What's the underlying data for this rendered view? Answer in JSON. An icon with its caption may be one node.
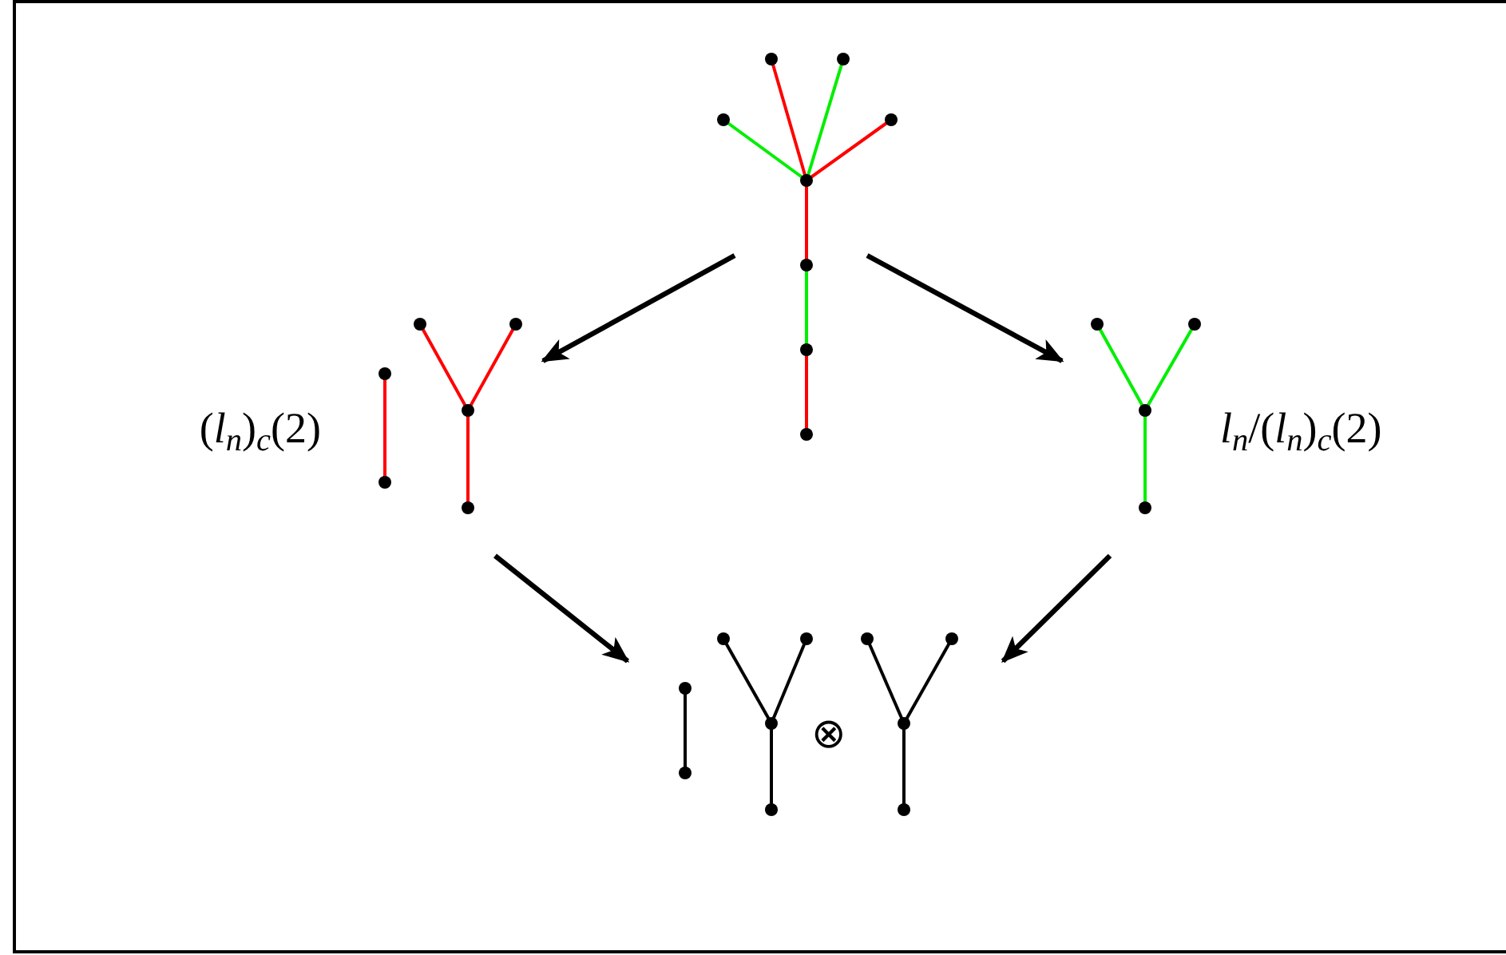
{
  "diagram": {
    "nodes": [
      {
        "text": [],
        "shape": "picture"
      },
      {
        "text": [],
        "shape": "picture",
        "beside": [
          "(*l*$_{n}$)$_{c}$(2)"
        ]
      },
      {
        "text": [],
        "shape": "picture",
        "beside": [
          "*l*$_{n}$/(*l*$_{n}$)$_{c}$(2)"
        ]
      },
      {
        "text": [],
        "shape": "picture"
      }
    ],
    "edges": [
      {
        "from": 0,
        "to": 1,
        "arrow": "to"
      },
      {
        "from": 0,
        "to": 2,
        "arrow": "to"
      },
      {
        "from": 1,
        "to": 3,
        "arrow": "to"
      },
      {
        "from": 2,
        "to": 3,
        "arrow": "to"
      }
    ],
    "labels": [
      "⊗"
    ]
  }
}
